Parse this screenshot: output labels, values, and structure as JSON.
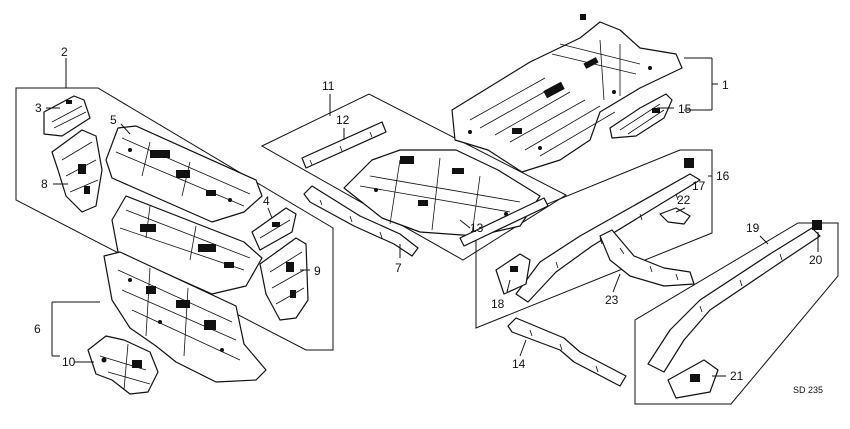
{
  "callouts": {
    "c1": "1",
    "c2": "2",
    "c3": "3",
    "c4": "4",
    "c5": "5",
    "c6": "6",
    "c7": "7",
    "c8": "8",
    "c9": "9",
    "c10": "10",
    "c11": "11",
    "c12": "12",
    "c13": "13",
    "c14": "14",
    "c15": "15",
    "c16": "16",
    "c17": "17",
    "c18": "18",
    "c19": "19",
    "c20": "20",
    "c21": "21",
    "c22": "22",
    "c23": "23"
  },
  "diagram_code": "SD 235"
}
